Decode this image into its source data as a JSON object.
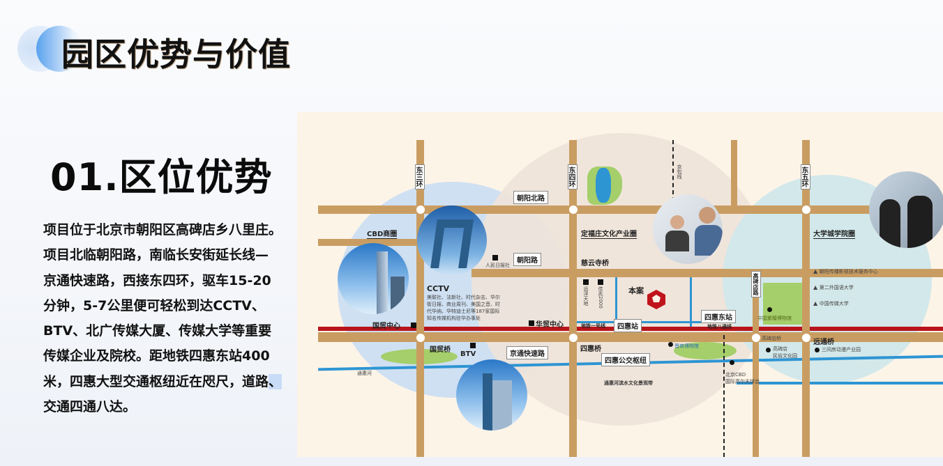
{
  "header": {
    "title": "园区优势与价值"
  },
  "section": {
    "title": "01.区位优势",
    "body_lines": [
      "项目位于北京市朝阳区高碑店乡八里庄。",
      "项目北临朝阳路，南临长安街延长线—",
      "京通快速路，西接东四环，驱车15-20",
      "分钟，5-7公里便可轻松到达CCTV、",
      "BTV、北广传媒大厦、传媒大学等重要",
      "传媒企业及院校。距地铁四惠东站400",
      "米，四惠大型交通枢纽近在咫尺，道路",
      "交通四通八达。"
    ],
    "body_line7_tail": "、"
  },
  "map": {
    "ring_roads": {
      "east3": "东三环",
      "east4": "东四环",
      "east5": "东五环"
    },
    "roads": {
      "chaoyang_north": "朝阳北路",
      "chaoyang": "朝阳路",
      "jingtong": "京通快速路",
      "jingbao_line": "京包线",
      "gaobeidian_road": "高碑店路"
    },
    "zones": {
      "cbd": "CBD商圈",
      "dingfuzhuang": "定福庄文化产业圈",
      "university": "大学城学院圈"
    },
    "places": {
      "peoples_daily": "人民日报社",
      "cctv_title": "CCTV",
      "cctv_desc": [
        "美联社、法新社、时代杂志、华尔",
        "街日报、商业周刊、美国之音、时",
        "代华纳、华特迪士尼等187家国际",
        "知名传媒机构驻华办事处"
      ],
      "guomao_center": "国贸中心",
      "huamao_center": "华贸中心",
      "guomao_bridge": "国贸桥",
      "btv": "BTV",
      "tonghui_river": "通惠河",
      "ciyunsi_bridge": "慈云寺桥",
      "yuanyang": "远洋天地",
      "jiazhao": "佳兆2000",
      "project": "本案",
      "subway_line1": "地铁一号线",
      "sihui_station": "四惠站",
      "sihui_east_station": "四惠东站",
      "batong_line": "地铁八通线",
      "sihui_bridge": "四惠桥",
      "sihui_hub": "四惠公交枢纽",
      "museum": "晋商博物馆",
      "cbd_golf": [
        "北京CBD",
        "国际高尔夫球会"
      ],
      "tonghui_belt": "通惠河滨水文化景观带",
      "gaobeidian_bridge": "高碑店桥",
      "gaobeidian_folk": [
        "高碑店",
        "民俗文化园"
      ],
      "yuantong_bridge": "远通桥",
      "sanjianfang": "三间房动漫产业园",
      "china_museum": "中国紫檀博物馆",
      "univ_list": [
        "朝阳传播影视技术服务中心",
        "第二外国语大学",
        "中国传媒大学"
      ]
    },
    "colors": {
      "road": "#c99d62",
      "subway": "#b8141b",
      "river": "#2e95d3",
      "park": "#a5cf6a",
      "cbd_zone": "#cfe0f2",
      "ding_zone": "#eae2dc",
      "univ_zone": "#cfe7e8",
      "map_bg": "#fdf4e8"
    }
  }
}
